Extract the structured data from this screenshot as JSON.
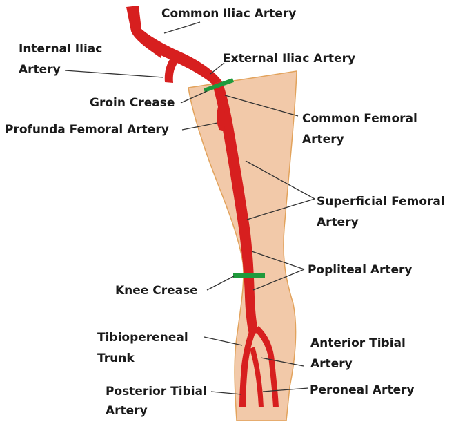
{
  "colors": {
    "skin": "#f2c9a9",
    "skin_outline": "#e2a35c",
    "artery": "#d71f1f",
    "crease_marker": "#1f9a3c",
    "text": "#1a1a1a",
    "leader": "#333333"
  },
  "labels": {
    "common_iliac": [
      "Common Iliac Artery"
    ],
    "internal_iliac": [
      "Internal Iliac",
      "Artery"
    ],
    "external_iliac": [
      "External Iliac Artery"
    ],
    "groin_crease": [
      "Groin Crease"
    ],
    "common_femoral": [
      "Common Femoral",
      "Artery"
    ],
    "profunda_femoral": [
      "Profunda Femoral Artery"
    ],
    "superficial_femoral": [
      "Superficial Femoral",
      "Artery"
    ],
    "popliteal": [
      "Popliteal Artery"
    ],
    "knee_crease": [
      "Knee Crease"
    ],
    "tibioperoneal": [
      "Tibiopereneal",
      "Trunk"
    ],
    "anterior_tibial": [
      "Anterior Tibial",
      "Artery"
    ],
    "peroneal": [
      "Peroneal Artery"
    ],
    "posterior_tibial": [
      "Posterior Tibial",
      "Artery"
    ]
  }
}
